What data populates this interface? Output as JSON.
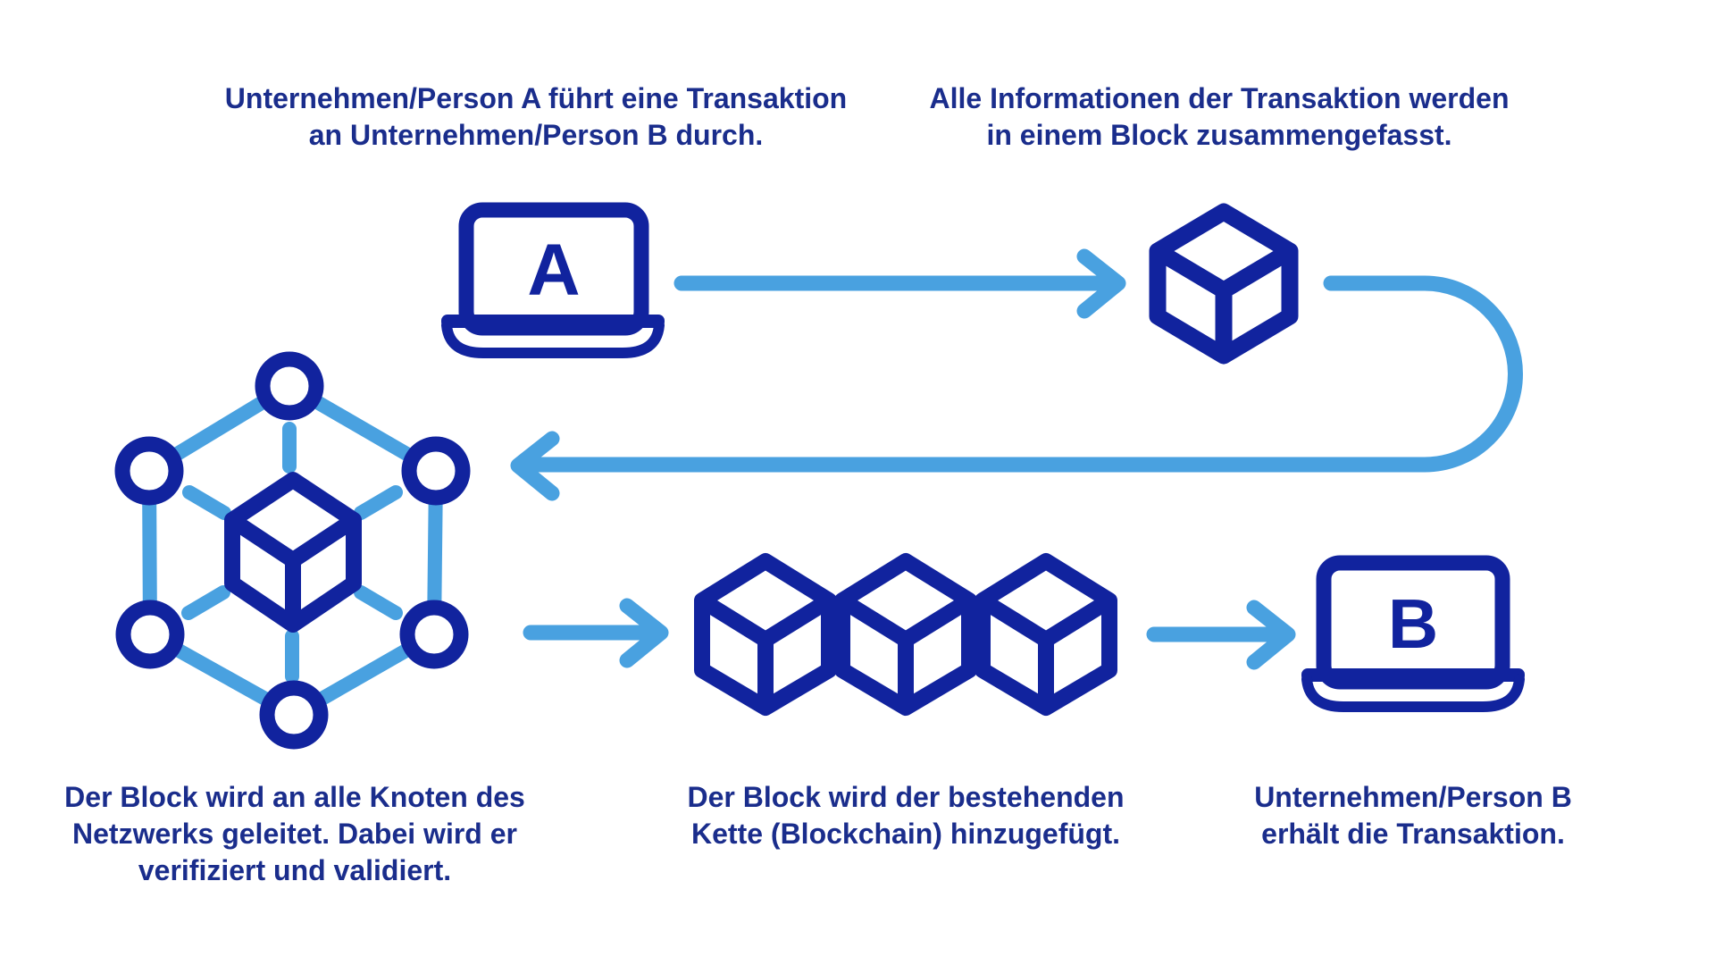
{
  "colors": {
    "background": "#ffffff",
    "icon_navy": "#11239E",
    "text_navy": "#1A2D8C",
    "light_blue": "#49A1E0"
  },
  "captions": {
    "transaction": "Unternehmen/Person A führt eine Transaktion\nan Unternehmen/Person B durch.",
    "block_summary": "Alle Informationen der Transaktion werden\nin einem Block zusammengefasst.",
    "network": "Der Block wird an alle Knoten des\nNetzwerks geleitet. Dabei wird er\nverifiziert und validiert.",
    "chain": "Der Block wird der bestehenden\nKette (Blockchain) hinzugefügt.",
    "receive": "Unternehmen/Person B\nerhält die Transaktion."
  },
  "labels": {
    "laptop_a": "A",
    "laptop_b": "B"
  },
  "icons": {
    "laptop-a-icon": "laptop outline with letter A on screen",
    "laptop-b-icon": "laptop outline with letter B on screen",
    "block-icon": "isometric cube outline (block)",
    "blockchain-icon": "three isometric cubes in a row (blockchain)",
    "network-icon": "hexagon of six ring nodes connected around a central cube",
    "arrow-a-to-block-icon": "light blue right arrow",
    "loop-arrow-icon": "light blue u-turn arrow curving right then back left",
    "arrow-network-to-chain-icon": "light blue right arrow",
    "arrow-chain-to-b-icon": "light blue right arrow"
  }
}
